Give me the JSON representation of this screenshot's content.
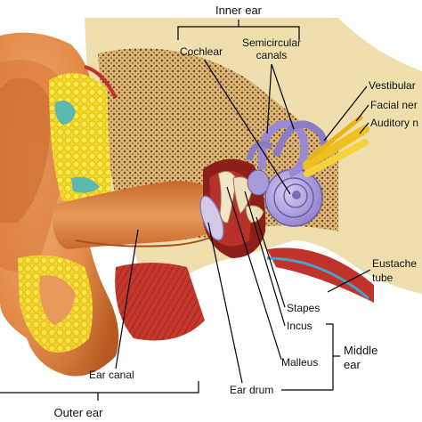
{
  "labels": {
    "inner_ear": "Inner ear",
    "cochlear": "Cochlear",
    "semicircular_line1": "Semicircular",
    "semicircular_line2": "canals",
    "vestibular": "Vestibular",
    "facial_nerve": "Facial ner",
    "auditory_nerve": "Auditory n",
    "eustachian_line1": "Eustache",
    "eustachian_line2": "tube",
    "stapes": "Stapes",
    "incus": "Incus",
    "malleus": "Malleus",
    "middle_ear_line1": "Middle",
    "middle_ear_line2": "ear",
    "ear_canal": "Ear canal",
    "ear_drum": "Ear drum",
    "outer_ear": "Outer ear"
  },
  "colors": {
    "skin": "#e08a4a",
    "skin_dark": "#b85a22",
    "skin_light": "#f2b07a",
    "cartilage": "#f5e020",
    "bone": "#e8c98a",
    "bone_pores": "#7a4a22",
    "cochlea": "#a89ad8",
    "muscle": "#c0322a",
    "teal": "#5fb8b0"
  }
}
